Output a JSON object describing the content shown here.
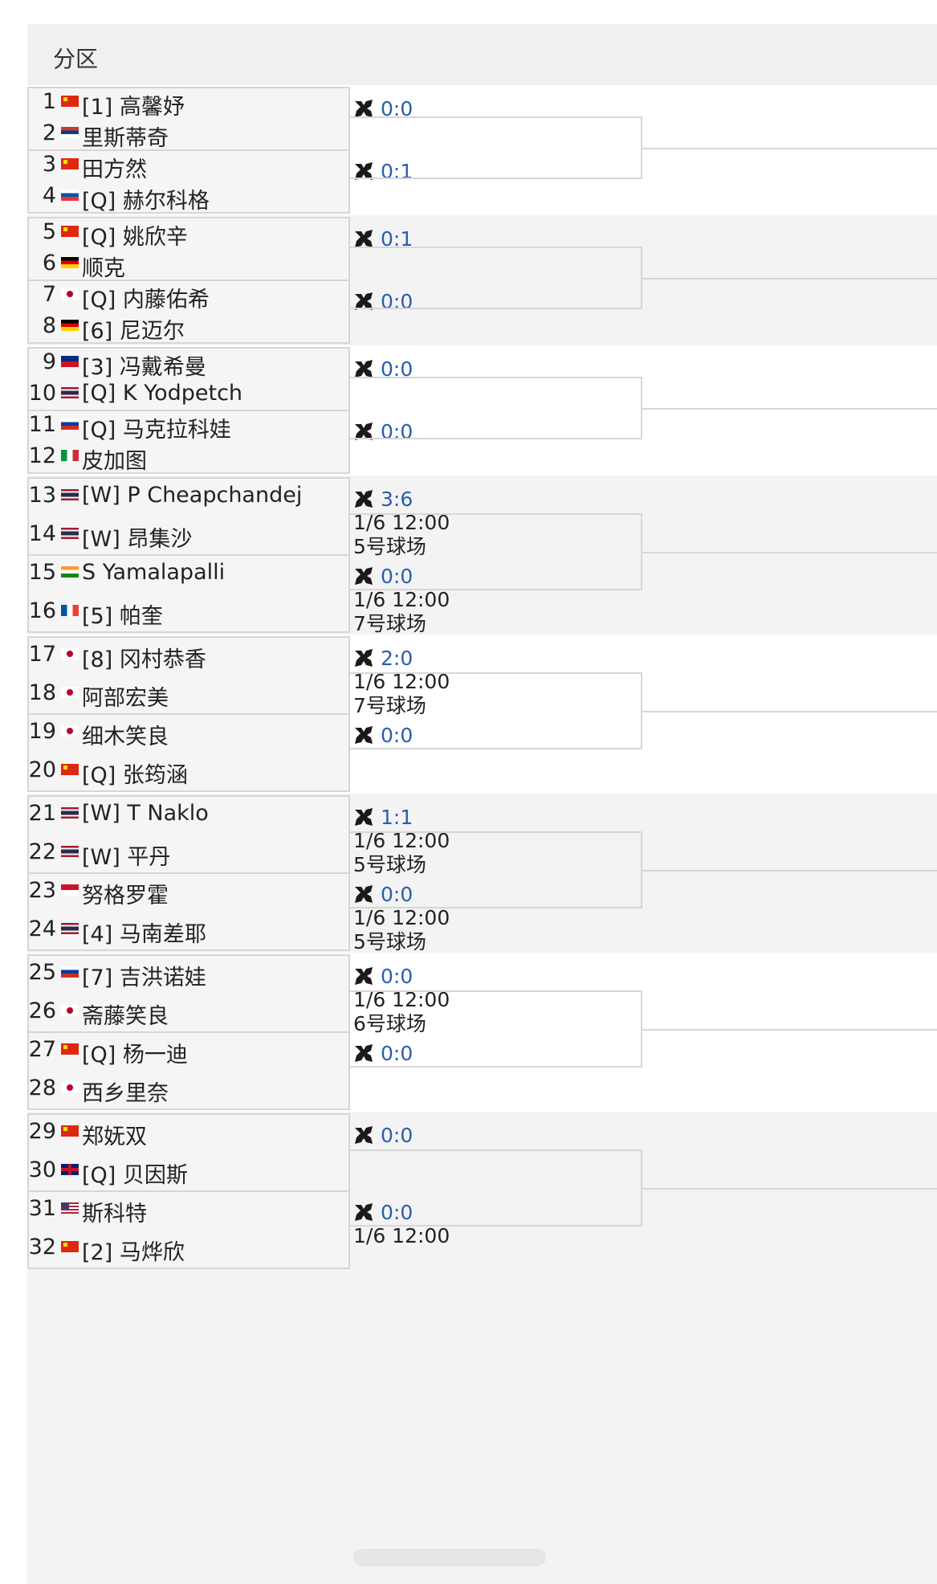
{
  "header": {
    "title": "分区"
  },
  "players": [
    {
      "num": "1",
      "flag": "cn",
      "name": "[1] 高馨妤"
    },
    {
      "num": "2",
      "flag": "rs",
      "name": "里斯蒂奇"
    },
    {
      "num": "3",
      "flag": "cn",
      "name": "田方然"
    },
    {
      "num": "4",
      "flag": "si",
      "name": "[Q] 赫尔科格"
    },
    {
      "num": "5",
      "flag": "cn",
      "name": "[Q] 姚欣辛"
    },
    {
      "num": "6",
      "flag": "de",
      "name": "顺克"
    },
    {
      "num": "7",
      "flag": "jp",
      "name": "[Q] 内藤佑希"
    },
    {
      "num": "8",
      "flag": "de",
      "name": "[6] 尼迈尔"
    },
    {
      "num": "9",
      "flag": "li",
      "name": "[3] 冯戴希曼"
    },
    {
      "num": "10",
      "flag": "th",
      "name": "[Q] K Yodpetch"
    },
    {
      "num": "11",
      "flag": "ru",
      "name": "[Q] 马克拉科娃"
    },
    {
      "num": "12",
      "flag": "it",
      "name": "皮加图"
    },
    {
      "num": "13",
      "flag": "th",
      "name": "[W] P Cheapchandej"
    },
    {
      "num": "14",
      "flag": "th",
      "name": "[W] 昂集沙"
    },
    {
      "num": "15",
      "flag": "in",
      "name": "S Yamalapalli"
    },
    {
      "num": "16",
      "flag": "fr",
      "name": "[5] 帕奎"
    },
    {
      "num": "17",
      "flag": "jp",
      "name": "[8] 冈村恭香"
    },
    {
      "num": "18",
      "flag": "jp",
      "name": "阿部宏美"
    },
    {
      "num": "19",
      "flag": "jp",
      "name": "细木笑良"
    },
    {
      "num": "20",
      "flag": "cn",
      "name": "[Q] 张筠涵"
    },
    {
      "num": "21",
      "flag": "th",
      "name": "[W] T Naklo"
    },
    {
      "num": "22",
      "flag": "th",
      "name": "[W] 平丹"
    },
    {
      "num": "23",
      "flag": "id",
      "name": "努格罗霍"
    },
    {
      "num": "24",
      "flag": "th",
      "name": "[4] 马南差耶"
    },
    {
      "num": "25",
      "flag": "ru",
      "name": "[7] 吉洪诺娃"
    },
    {
      "num": "26",
      "flag": "jp",
      "name": "斋藤笑良"
    },
    {
      "num": "27",
      "flag": "cn",
      "name": "[Q] 杨一迪"
    },
    {
      "num": "28",
      "flag": "jp",
      "name": "西乡里奈"
    },
    {
      "num": "29",
      "flag": "cn",
      "name": "郑妩双"
    },
    {
      "num": "30",
      "flag": "gb",
      "name": "[Q] 贝因斯"
    },
    {
      "num": "31",
      "flag": "us",
      "name": "斯科特"
    },
    {
      "num": "32",
      "flag": "cn",
      "name": "[2] 马烨欣"
    }
  ],
  "matches": [
    {
      "score": "0:0",
      "date": "",
      "court": ""
    },
    {
      "score": "0:1",
      "date": "",
      "court": ""
    },
    {
      "score": "0:1",
      "date": "",
      "court": ""
    },
    {
      "score": "0:0",
      "date": "",
      "court": ""
    },
    {
      "score": "0:0",
      "date": "",
      "court": ""
    },
    {
      "score": "0:0",
      "date": "",
      "court": ""
    },
    {
      "score": "3:6",
      "date": "1/6 12:00",
      "court": "5号球场"
    },
    {
      "score": "0:0",
      "date": "1/6 12:00",
      "court": "7号球场"
    },
    {
      "score": "2:0",
      "date": "1/6 12:00",
      "court": "7号球场"
    },
    {
      "score": "0:0",
      "date": "",
      "court": ""
    },
    {
      "score": "1:1",
      "date": "1/6 12:00",
      "court": "5号球场"
    },
    {
      "score": "0:0",
      "date": "1/6 12:00",
      "court": "5号球场"
    },
    {
      "score": "0:0",
      "date": "1/6 12:00",
      "court": "6号球场"
    },
    {
      "score": "0:0",
      "date": "",
      "court": ""
    },
    {
      "score": "0:0",
      "date": "",
      "court": ""
    },
    {
      "score": "0:0",
      "date": "1/6 12:00",
      "court": ""
    }
  ],
  "icons": {
    "match_icon": "tennis-racket-icon"
  },
  "colors": {
    "score": "#2a5db0",
    "border": "#d6d6d6"
  }
}
